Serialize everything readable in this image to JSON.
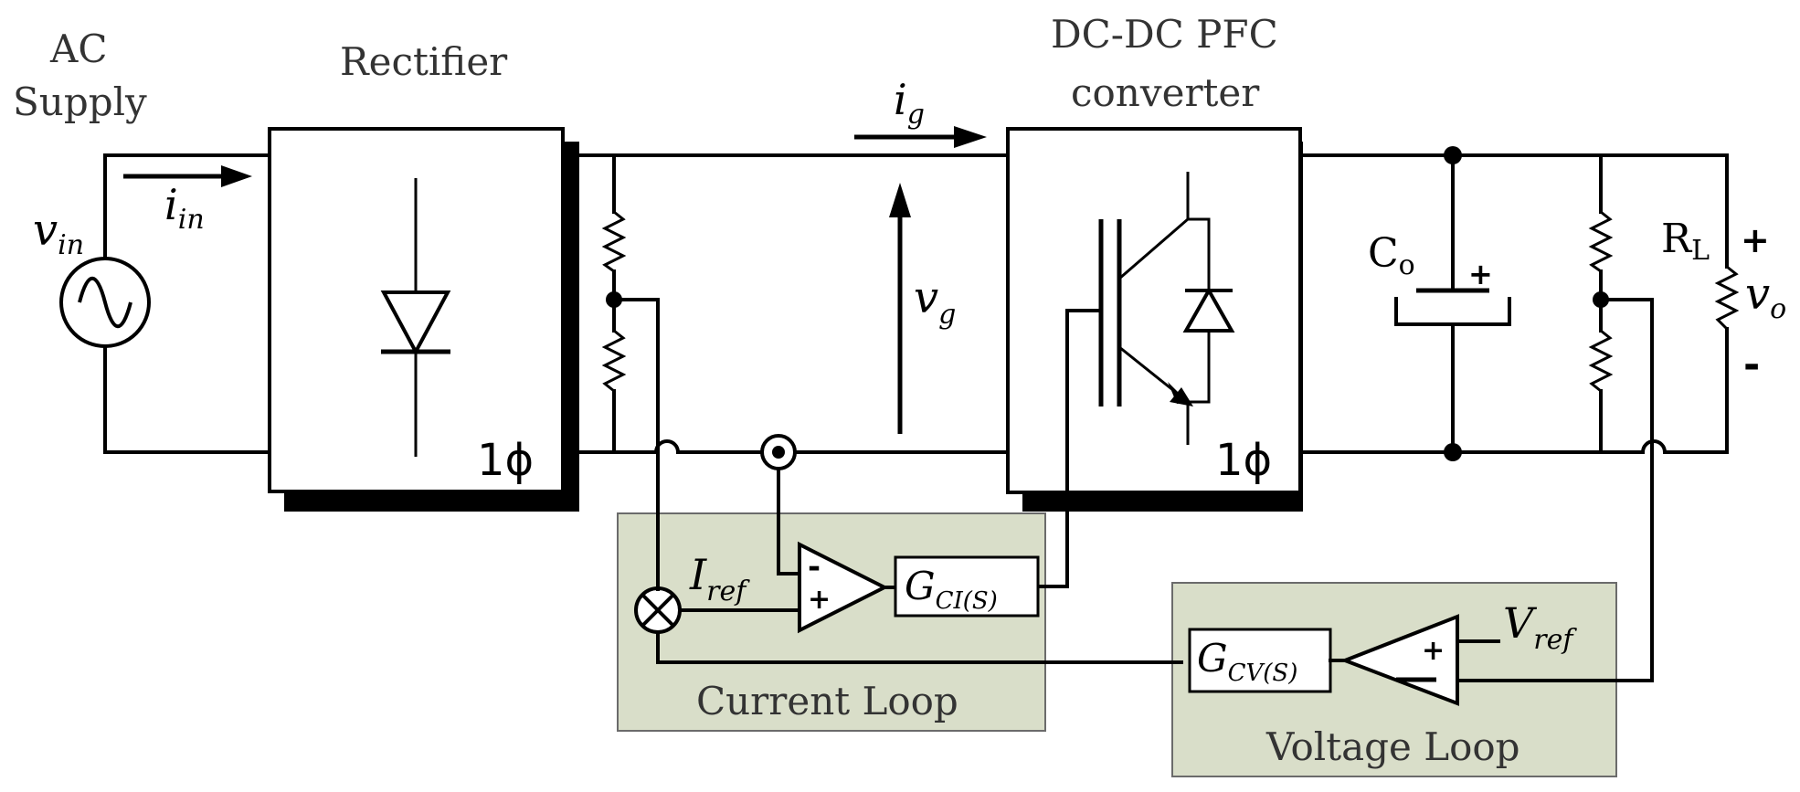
{
  "titles": {
    "ac_supply_line1": "AC",
    "ac_supply_line2": "Supply",
    "rectifier": "Rectifier",
    "pfc_line1": "DC-DC PFC",
    "pfc_line2": "converter"
  },
  "labels": {
    "v_in": "v",
    "v_in_sub": "in",
    "i_in": "i",
    "i_in_sub": "in",
    "i_g": "i",
    "i_g_sub": "g",
    "v_g": "v",
    "v_g_sub": "g",
    "phase_rect": "1ϕ",
    "phase_pfc": "1ϕ",
    "c_o": "C",
    "c_o_sub": "o",
    "r_l": "R",
    "r_l_sub": "L",
    "v_o": "v",
    "v_o_sub": "o",
    "plus": "+",
    "minus": "-",
    "i_ref": "I",
    "i_ref_sub": "ref",
    "v_ref": "V",
    "v_ref_sub": "ref",
    "gci": "G",
    "gci_sub": "CI(S)",
    "gcv": "G",
    "gcv_sub": "CV(S)"
  },
  "loops": {
    "current": "Current Loop",
    "voltage": "Voltage Loop"
  },
  "colors": {
    "loop_fill": "#d9dec9",
    "loop_stroke": "#6b6b6b"
  }
}
